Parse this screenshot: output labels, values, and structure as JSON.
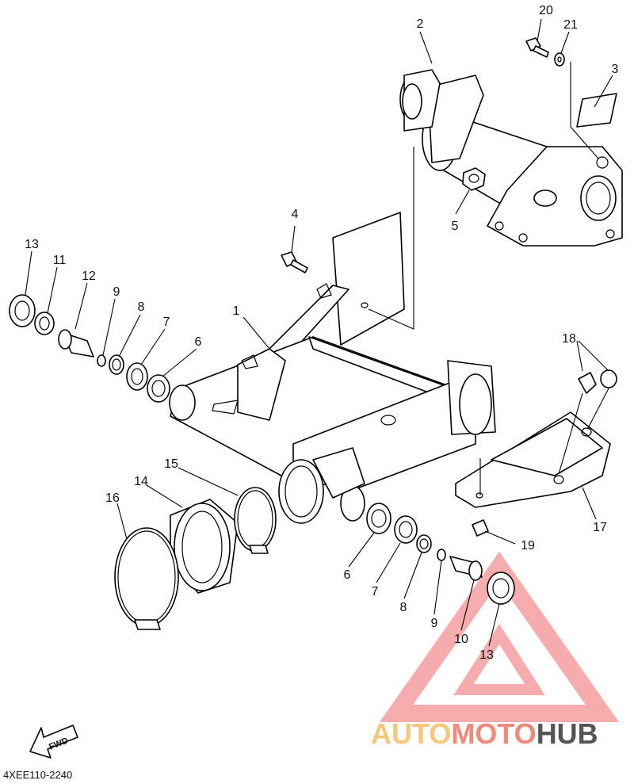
{
  "parts": [
    {
      "id": "label-20",
      "text": "20"
    },
    {
      "id": "label-21",
      "text": "21"
    },
    {
      "id": "label-2",
      "text": "2"
    },
    {
      "id": "label-3",
      "text": "3"
    },
    {
      "id": "label-4",
      "text": "4"
    },
    {
      "id": "label-5",
      "text": "5"
    },
    {
      "id": "label-1",
      "text": "1"
    },
    {
      "id": "label-13-left",
      "text": "13"
    },
    {
      "id": "label-11",
      "text": "11"
    },
    {
      "id": "label-12",
      "text": "12"
    },
    {
      "id": "label-9-left",
      "text": "9"
    },
    {
      "id": "label-8-left",
      "text": "8"
    },
    {
      "id": "label-7-left",
      "text": "7"
    },
    {
      "id": "label-6-left",
      "text": "6"
    },
    {
      "id": "label-18",
      "text": "18"
    },
    {
      "id": "label-17",
      "text": "17"
    },
    {
      "id": "label-19",
      "text": "19"
    },
    {
      "id": "label-15",
      "text": "15"
    },
    {
      "id": "label-14",
      "text": "14"
    },
    {
      "id": "label-16",
      "text": "16"
    },
    {
      "id": "label-6-right",
      "text": "6"
    },
    {
      "id": "label-7-right",
      "text": "7"
    },
    {
      "id": "label-8-right",
      "text": "8"
    },
    {
      "id": "label-9-right",
      "text": "9"
    },
    {
      "id": "label-10",
      "text": "10"
    },
    {
      "id": "label-13-right",
      "text": "13"
    }
  ],
  "fwd_label": "FWD",
  "diagram_code": "4XEE110-2240",
  "watermark": {
    "part1": "AUTO",
    "part2": "MOTO",
    "part3": "HUB",
    "color_auto": "#f5c77a",
    "color_moto": "#f08a7a",
    "color_hub": "#555555",
    "triangle_color": "#f06a6a"
  }
}
